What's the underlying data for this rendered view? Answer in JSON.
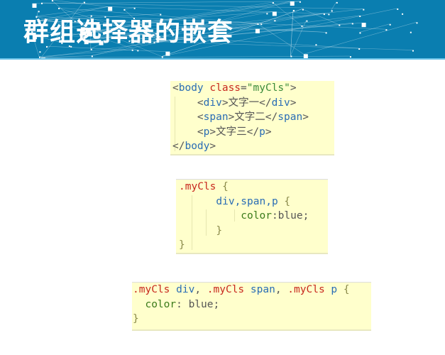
{
  "header": {
    "title": "群组选择器的嵌套",
    "background_color": "#0a7eb0"
  },
  "colors": {
    "tag": "#2a6db5",
    "attr": "#c8281e",
    "string": "#3a8a3a",
    "selector": "#c8281e",
    "property": "#3a7a1a",
    "punct": "#555555",
    "brace": "#8a8a4a"
  },
  "code_blocks": [
    {
      "name": "html-code-block",
      "lines": [
        [
          {
            "t": "<",
            "c": "punct"
          },
          {
            "t": "body",
            "c": "tag"
          },
          {
            "t": " class",
            "c": "attr"
          },
          {
            "t": "=",
            "c": "punct"
          },
          {
            "t": "\"myCls\"",
            "c": "string"
          },
          {
            "t": ">",
            "c": "punct"
          }
        ],
        [
          {
            "t": "    <",
            "c": "punct"
          },
          {
            "t": "div",
            "c": "tag"
          },
          {
            "t": ">文字一</",
            "c": "punct"
          },
          {
            "t": "div",
            "c": "tag"
          },
          {
            "t": ">",
            "c": "punct"
          }
        ],
        [
          {
            "t": "    <",
            "c": "punct"
          },
          {
            "t": "span",
            "c": "tag"
          },
          {
            "t": ">文字二</",
            "c": "punct"
          },
          {
            "t": "span",
            "c": "tag"
          },
          {
            "t": ">",
            "c": "punct"
          }
        ],
        [
          {
            "t": "    <",
            "c": "punct"
          },
          {
            "t": "p",
            "c": "tag"
          },
          {
            "t": ">文字三</",
            "c": "punct"
          },
          {
            "t": "p",
            "c": "tag"
          },
          {
            "t": ">",
            "c": "punct"
          }
        ],
        [
          {
            "t": "</",
            "c": "punct"
          },
          {
            "t": "body",
            "c": "tag"
          },
          {
            "t": ">",
            "c": "punct"
          }
        ]
      ]
    },
    {
      "name": "nested-css-code-block",
      "lines": [
        [
          {
            "t": ".myCls",
            "c": "selector"
          },
          {
            "t": " {",
            "c": "brace"
          }
        ],
        [
          {
            "t": "      div,span,p",
            "c": "tag"
          },
          {
            "t": " {",
            "c": "brace"
          }
        ],
        [
          {
            "t": "          color",
            "c": "property"
          },
          {
            "t": ":blue;",
            "c": "punct"
          }
        ],
        [
          {
            "t": "      }",
            "c": "brace"
          }
        ],
        [
          {
            "t": "}",
            "c": "brace"
          }
        ]
      ]
    },
    {
      "name": "group-css-code-block",
      "lines": [
        [
          {
            "t": ".myCls",
            "c": "selector"
          },
          {
            "t": " div",
            "c": "tag"
          },
          {
            "t": ", ",
            "c": "punct"
          },
          {
            "t": ".myCls",
            "c": "selector"
          },
          {
            "t": " span",
            "c": "tag"
          },
          {
            "t": ", ",
            "c": "punct"
          },
          {
            "t": ".myCls",
            "c": "selector"
          },
          {
            "t": " p",
            "c": "tag"
          },
          {
            "t": " {",
            "c": "brace"
          }
        ],
        [
          {
            "t": "  color",
            "c": "property"
          },
          {
            "t": ": blue;",
            "c": "punct"
          }
        ],
        [
          {
            "t": "}",
            "c": "brace"
          }
        ]
      ]
    }
  ]
}
